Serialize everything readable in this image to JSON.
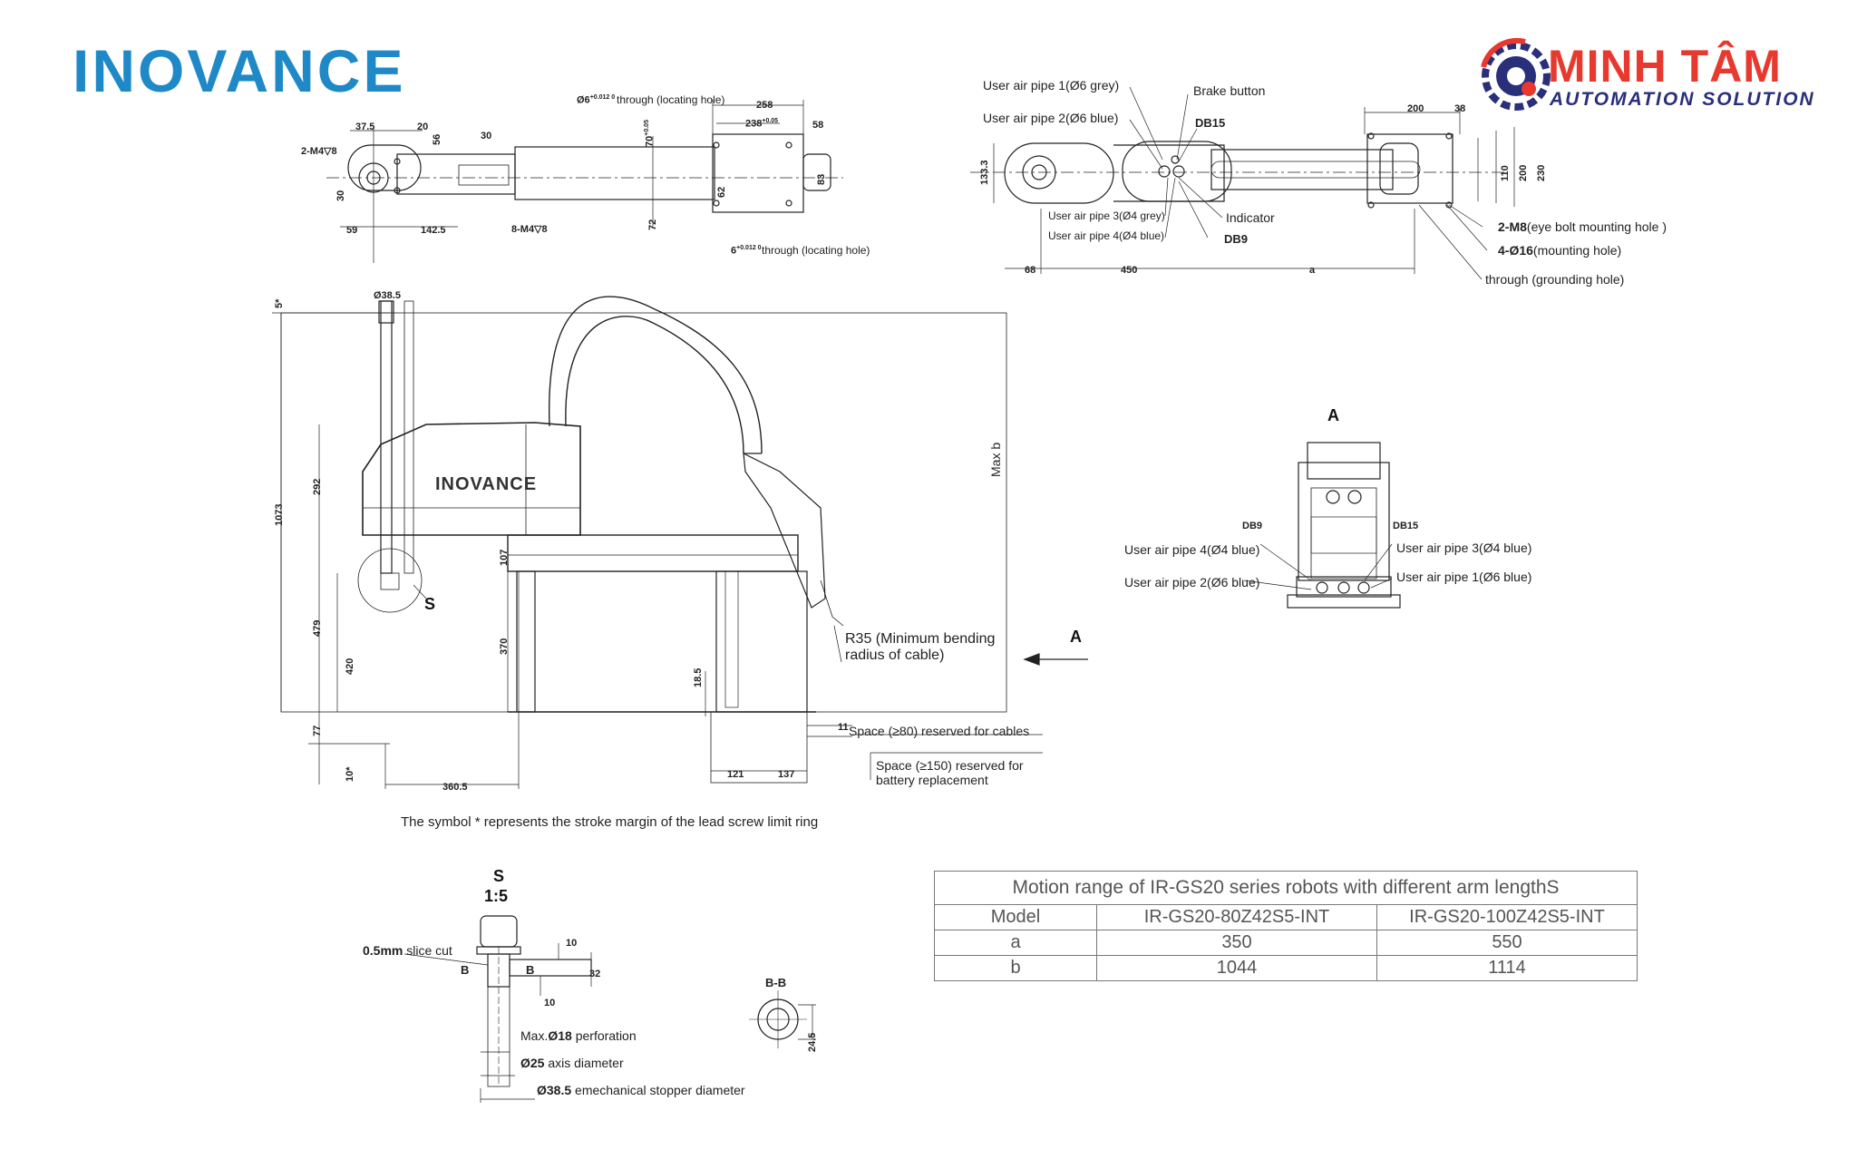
{
  "brand": {
    "inovance": "INOVANCE",
    "minhtam_name": "MINH TÂM",
    "minhtam_sub": "AUTOMATION SOLUTION",
    "inovance_color": "#1f89c8",
    "minhtam_red": "#e8392f",
    "minhtam_navy": "#2a2f7a"
  },
  "top_left": {
    "phi6_top": "Ø6",
    "phi6_top_tol": "+0.012 0",
    "through_locating_top": "through (locating hole)",
    "phi6_bottom": "6",
    "phi6_bottom_tol": "+0.012 0",
    "through_locating_bottom": "through (locating hole)",
    "d_375": "37.5",
    "d_20": "20",
    "d_56": "56",
    "d_30a": "30",
    "d_2m4": "2-M4▽8",
    "d_30b": "30",
    "d_59": "59",
    "d_1425": "142.5",
    "d_8m4": "8-M4▽8",
    "d_258": "258",
    "d_238": "238",
    "d_238_tol": "+0.05",
    "d_58": "58",
    "d_70": "70",
    "d_70_tol": "+0.05",
    "d_72": "72",
    "d_62": "62",
    "d_83": "83"
  },
  "top_right": {
    "pipe1": "User air pipe 1(Ø6 grey)",
    "pipe2": "User air pipe 2(Ø6 blue)",
    "brake": "Brake button",
    "db15": "DB15",
    "pipe3": "User air pipe 3(Ø4 grey)",
    "pipe4": "User air pipe 4(Ø4 blue)",
    "indicator": "Indicator",
    "db9": "DB9",
    "d_1333": "133.3",
    "d_68": "68",
    "d_450": "450",
    "d_a": "a",
    "d_200": "200",
    "d_38": "38",
    "d_110": "110",
    "d_200v": "200",
    "d_230": "230",
    "m8": "2-M8",
    "m8_text": "(eye bolt mounting hole )",
    "phi16": "4-Ø16",
    "phi16_text": "(mounting hole)",
    "grounding": "through (grounding hole)"
  },
  "main": {
    "phi385": "Ø38.5",
    "star5": "5*",
    "maxb": "Max b",
    "d_1073": "1073",
    "d_292": "292",
    "d_479": "479",
    "d_420": "420",
    "d_77": "77",
    "d_10": "10*",
    "d_3605": "360.5",
    "d_107": "107",
    "d_370": "370",
    "d_185": "18.5",
    "d_11": "11",
    "d_121": "121",
    "d_137": "137",
    "s_label": "S",
    "robot_logo": "INOVANCE",
    "r35": "R35 (Minimum bending\nradius of cable)",
    "space80": "Space (≥80) reserved for cables",
    "space150": "Space (≥150) reserved for\nbattery replacement",
    "a_label": "A",
    "note": "The symbol * represents the stroke margin of the lead screw limit ring"
  },
  "view_a": {
    "title": "A",
    "db9": "DB9",
    "db15": "DB15",
    "pipe4": "User air pipe 4(Ø4 blue)",
    "pipe2": "User air pipe 2(Ø6 blue)",
    "pipe3": "User air pipe 3(Ø4 blue)",
    "pipe1": "User air pipe 1(Ø6 blue)"
  },
  "detail_s": {
    "title": "S",
    "scale": "1:5",
    "slice_val": "0.5mm",
    "slice_text": "slice cut",
    "b_left": "B",
    "b_right": "B",
    "d_10a": "10",
    "d_32": "32",
    "d_10b": "10",
    "perf_val": "Ø18",
    "perf_pre": "Max.",
    "perf_text": "perforation",
    "axis_val": "Ø25",
    "axis_text": "axis diameter",
    "mech_val": "Ø38.5",
    "mech_text": "emechanical stopper diameter",
    "bb": "B-B",
    "d_245": "24.5"
  },
  "table": {
    "caption": "Motion range of IR-GS20 series robots with different arm lengthS",
    "header": [
      "Model",
      "IR-GS20-80Z42S5-INT",
      "IR-GS20-100Z42S5-INT"
    ],
    "rows": [
      [
        "a",
        "350",
        "550"
      ],
      [
        "b",
        "1044",
        "1114"
      ]
    ]
  }
}
